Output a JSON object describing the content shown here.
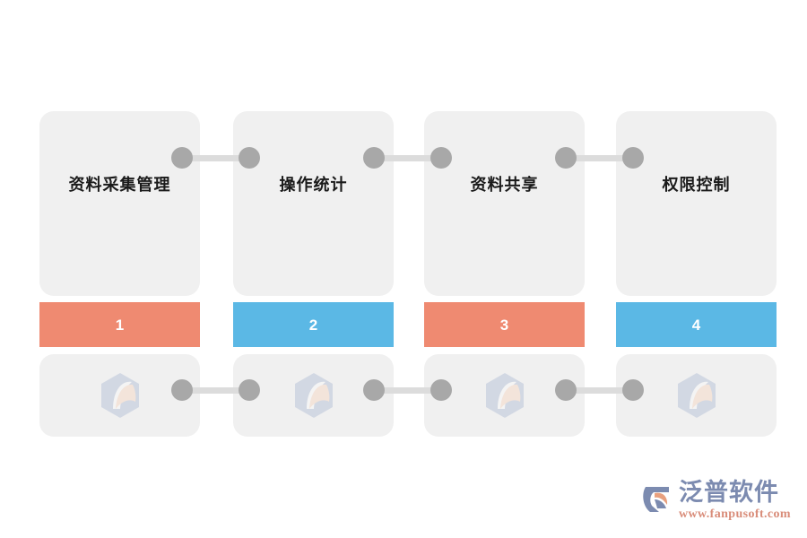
{
  "page": {
    "background_color": "#FFFFFF",
    "diagram_type": "linear-process-4-steps"
  },
  "palette": {
    "card_gray": "#F0F0F0",
    "connector_dot": "#A8A8A8",
    "connector_rail": "#DCDCDC",
    "salmon": "#EF8A71",
    "blue": "#5BB8E5",
    "title_text": "#1A1A1A",
    "number_text": "#FFFFFF"
  },
  "steps": [
    {
      "number": "1",
      "title": "资料采集管理",
      "bar_color": "#EF8A71",
      "watermark_icon": "fanpu-hexagon-logo-icon"
    },
    {
      "number": "2",
      "title": "操作统计",
      "bar_color": "#5BB8E5",
      "watermark_icon": "fanpu-hexagon-logo-icon"
    },
    {
      "number": "3",
      "title": "资料共享",
      "bar_color": "#EF8A71",
      "watermark_icon": "fanpu-hexagon-logo-icon"
    },
    {
      "number": "4",
      "title": "权限控制",
      "bar_color": "#5BB8E5",
      "watermark_icon": "fanpu-hexagon-logo-icon"
    }
  ],
  "connectors": [
    {
      "id": "top-1-2",
      "icon": "dumbbell-connector-icon"
    },
    {
      "id": "top-2-3",
      "icon": "dumbbell-connector-icon"
    },
    {
      "id": "top-3-4",
      "icon": "dumbbell-connector-icon"
    },
    {
      "id": "bottom-1-2",
      "icon": "dumbbell-connector-icon"
    },
    {
      "id": "bottom-2-3",
      "icon": "dumbbell-connector-icon"
    },
    {
      "id": "bottom-3-4",
      "icon": "dumbbell-connector-icon"
    }
  ],
  "brand": {
    "name": "泛普软件",
    "url": "www.fanpusoft.com",
    "logo_icon": "fanpu-logo-icon",
    "name_color": "#7C8BB0",
    "url_color": "#D98D7A"
  }
}
